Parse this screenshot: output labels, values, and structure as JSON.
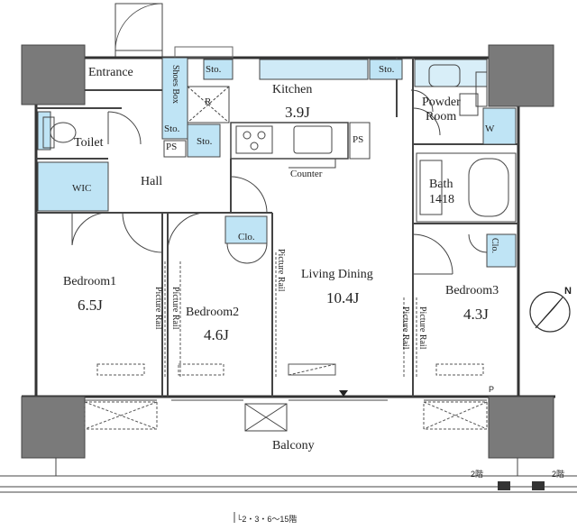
{
  "rooms": {
    "entrance": "Entrance",
    "kitchen": "Kitchen",
    "kitchen_area": "3.9J",
    "powder_room_1": "Powder",
    "powder_room_2": "Room",
    "toilet": "Toilet",
    "hall": "Hall",
    "wic": "WIC",
    "bath": "Bath",
    "bath_size": "1418",
    "bedroom1": "Bedroom1",
    "bedroom1_area": "6.5J",
    "bedroom2": "Bedroom2",
    "bedroom2_area": "4.6J",
    "living_dining": "Living Dining",
    "living_dining_area": "10.4J",
    "bedroom3": "Bedroom3",
    "bedroom3_area": "4.3J",
    "balcony": "Balcony"
  },
  "fixtures": {
    "sto": "Sto.",
    "shoes_box": "Shoes Box",
    "r": "R",
    "ps": "PS",
    "counter": "Counter",
    "clo": "Clo.",
    "w": "W",
    "picture_rail": "Picture Rail",
    "p": "P"
  },
  "notes": {
    "floor_2a": "2階",
    "floor_2b": "2階",
    "floors_bottom": "└2・3・6〜15階"
  },
  "compass": {
    "label": "N"
  },
  "colors": {
    "storage_fill": "#bfe4f5",
    "wall": "#333333",
    "column": "#7a7a7a"
  }
}
